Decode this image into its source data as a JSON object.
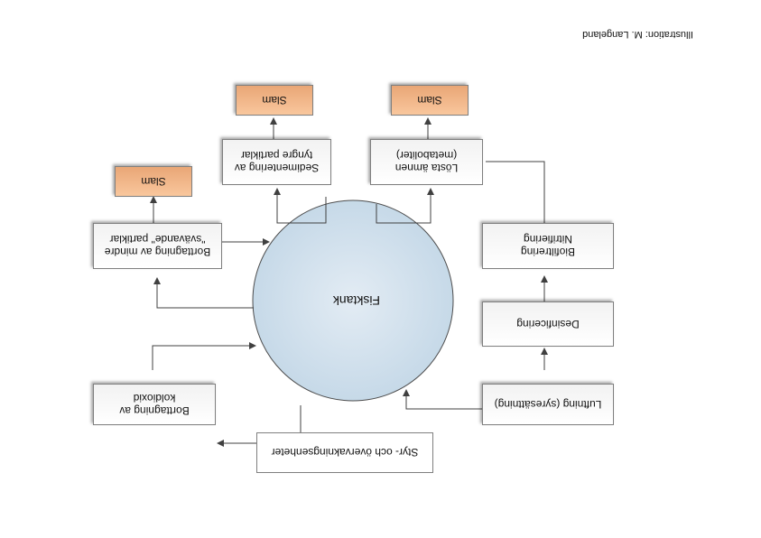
{
  "credit": "Illustration: M. Langeland",
  "tank": "Fisktank",
  "boxes": {
    "control": "Styr- och övervakningsenheter",
    "co2_line1": "Borttagning av",
    "co2_line2": "koldioxid",
    "aeration": "Luftning (syresättning)",
    "disinfection": "Desinficering",
    "bio_line1": "Biofiltrering",
    "bio_line2": "Nitrifiering",
    "small_line1": "Borttagning av mindre",
    "small_line2": "\"svävande\" partiklar",
    "sed_line1": "Sedimentering av",
    "sed_line2": "tyngre partiklar",
    "diss_line1": "Lösta ämnen",
    "diss_line2": "(metaboliter)",
    "sludge_left": "Slam",
    "sludge_mid": "Slam",
    "sludge_right": "Slam"
  }
}
